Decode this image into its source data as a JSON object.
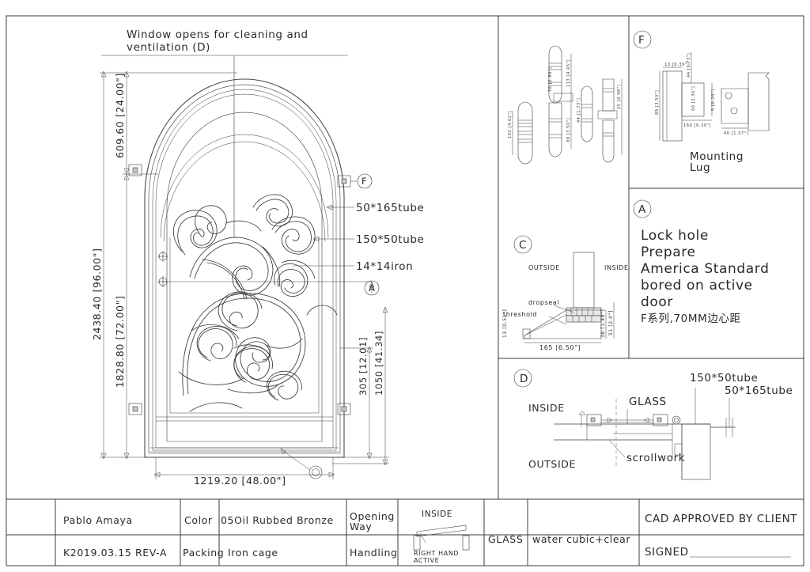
{
  "drawing": {
    "title_note": {
      "line1": "Window opens for cleaning and",
      "line2": "ventilation (D)"
    },
    "main_view": {
      "dimensions": {
        "arch_height": "609.60 [24.00\"]",
        "panel_height": "1828.80 [72.00\"]",
        "overall_height": "2438.40 [96.00\"]",
        "kick_height": "305 [12.01]",
        "lower_height": "1050 [41.34]",
        "overall_width": "1219.20 [48.00\"]"
      },
      "callouts": [
        {
          "id": "callout-50x165",
          "label": "50*165tube"
        },
        {
          "id": "callout-150x50",
          "label": "150*50tube"
        },
        {
          "id": "callout-14x14",
          "label": "14*14iron"
        }
      ],
      "balloons": [
        {
          "id": "balloon-f",
          "label": "F"
        },
        {
          "id": "balloon-a",
          "label": "A"
        },
        {
          "id": "balloon-c",
          "label": "C"
        }
      ]
    },
    "panel_hinge": {
      "micro_labels": [
        "102 [4.02\"]",
        "113 [4.45\"]",
        "89 [3.50\"]",
        "76 [2.99\"]",
        "44 [1.73\"]",
        "25 [0.98\"]"
      ]
    },
    "panel_f": {
      "balloon": "F",
      "caption_line1": "Mounting",
      "caption_line2": "Lug",
      "micro_labels": [
        "89 [3.50\"]",
        "10 [0.39\"]",
        "44 [1.73\"]",
        "60 [2.36\"]",
        "5 [0.20\"]",
        "160 [6.30\"]",
        "40 [1.57\"]"
      ]
    },
    "panel_a": {
      "balloon": "A",
      "lines": [
        "Lock hole",
        "Prepare",
        "America Standard",
        "bored on active",
        "door"
      ],
      "note_cn": "F系列,70MM边心距"
    },
    "panel_c": {
      "balloon": "C",
      "outside_label": "OUTSIDE",
      "inside_label": "INSIDE",
      "dropseal_label": "dropseal",
      "threshold_label": "threshold",
      "dim_width": "165 [6.50\"]",
      "dim_left": "13 [0.51\"]",
      "dim_right1": "38 [1.49\"]",
      "dim_right2": "51 [2.0\"]"
    },
    "panel_d": {
      "balloon": "D",
      "inside_label": "INSIDE",
      "outside_label": "OUTSIDE",
      "glass_label": "GLASS",
      "scrollwork_label": "scrollwork",
      "tube_150x50": "150*50tube",
      "tube_50x165": "50*165tube"
    },
    "title_block": {
      "customer": "Pablo Amaya",
      "order_code": "K2019.03.15 REV-A",
      "color_key": "Color",
      "color_value": "05Oil Rubbed Bronze",
      "packing_key": "Packing",
      "packing_value": "Iron  cage",
      "opening_way_line1": "Opening",
      "opening_way_line2": "Way",
      "handling_key": "Handling",
      "swing_inside_label": "INSIDE",
      "swing_line1": "RIGHT HAND",
      "swing_line2": "ACTIVE",
      "glass_key": "GLASS",
      "glass_value": "water cubic+clear",
      "approval_line": "CAD APPROVED BY CLIENT",
      "signed_label": "SIGNED"
    }
  },
  "colors": {
    "ink": "#3b3b3b",
    "paper": "#ffffff",
    "hatch": "#c9c9c9"
  }
}
